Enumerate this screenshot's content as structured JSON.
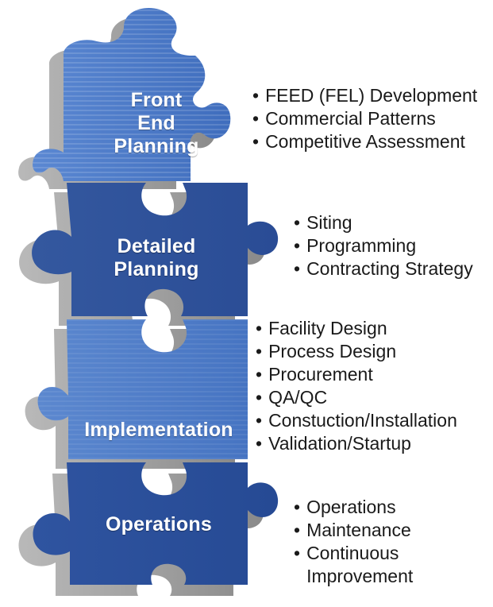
{
  "stages": [
    {
      "id": "front-end-planning",
      "label_lines": [
        "Front",
        "End",
        "Planning"
      ],
      "bullets": [
        "FEED (FEL) Development",
        "Commercial Patterns",
        "Competitive Assessment"
      ]
    },
    {
      "id": "detailed-planning",
      "label_lines": [
        "Detailed",
        "Planning"
      ],
      "bullets": [
        "Siting",
        "Programming",
        "Contracting Strategy"
      ]
    },
    {
      "id": "implementation",
      "label_lines": [
        "Implementation"
      ],
      "bullets": [
        "Facility Design",
        "Process Design",
        "Procurement",
        "QA/QC",
        "Constuction/Installation",
        "Validation/Startup"
      ]
    },
    {
      "id": "operations",
      "label_lines": [
        "Operations"
      ],
      "bullets": [
        "Operations",
        "Maintenance",
        "Continuous",
        "Improvement"
      ]
    }
  ],
  "colors": {
    "piece_light": "#4f7ec9",
    "piece_mid": "#3a63b0",
    "piece_dark": "#1f3f86",
    "piece_shadow": "#a8a8a8",
    "text_dark": "#1a1a1a"
  }
}
